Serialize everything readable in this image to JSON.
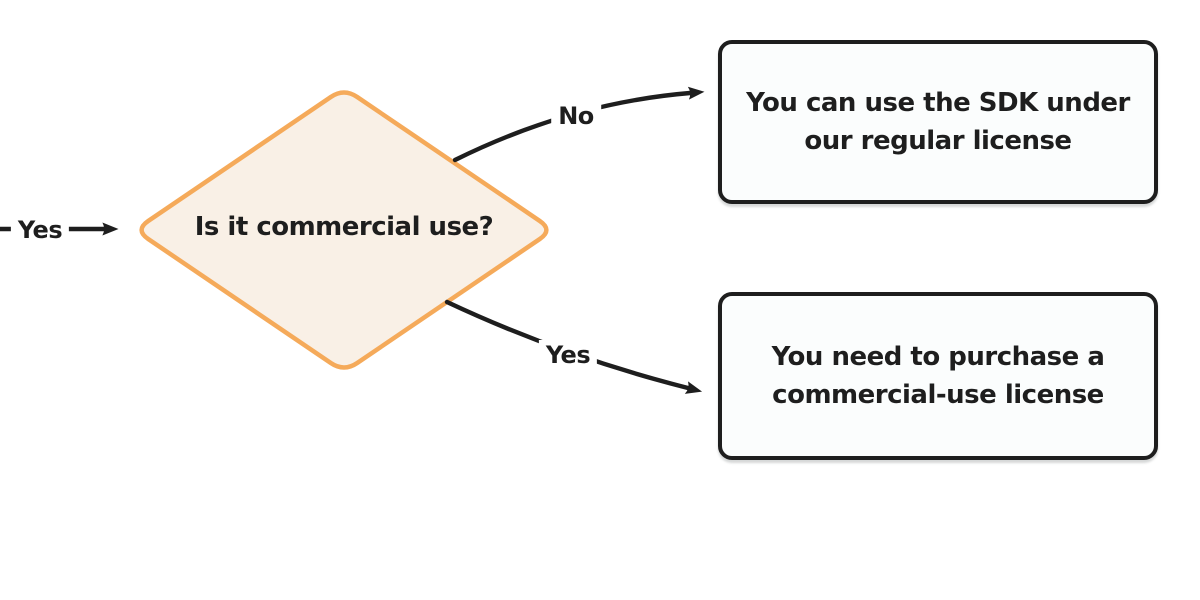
{
  "decision": {
    "label": "Is it commercial use?"
  },
  "edges": {
    "entry": {
      "label": "Yes"
    },
    "no": {
      "label": "No"
    },
    "yes": {
      "label": "Yes"
    }
  },
  "outcomes": {
    "no_branch": {
      "line1": "You can use the SDK under",
      "line2": "our regular license"
    },
    "yes_branch": {
      "line1": "You need to purchase a",
      "line2": "commercial-use license"
    }
  },
  "colors": {
    "ink": "#1e1e1e",
    "diamond_fill": "#f9f0e6",
    "diamond_stroke": "#f5aa5a",
    "box_fill": "#fbfdfd",
    "background": "#ffffff"
  }
}
